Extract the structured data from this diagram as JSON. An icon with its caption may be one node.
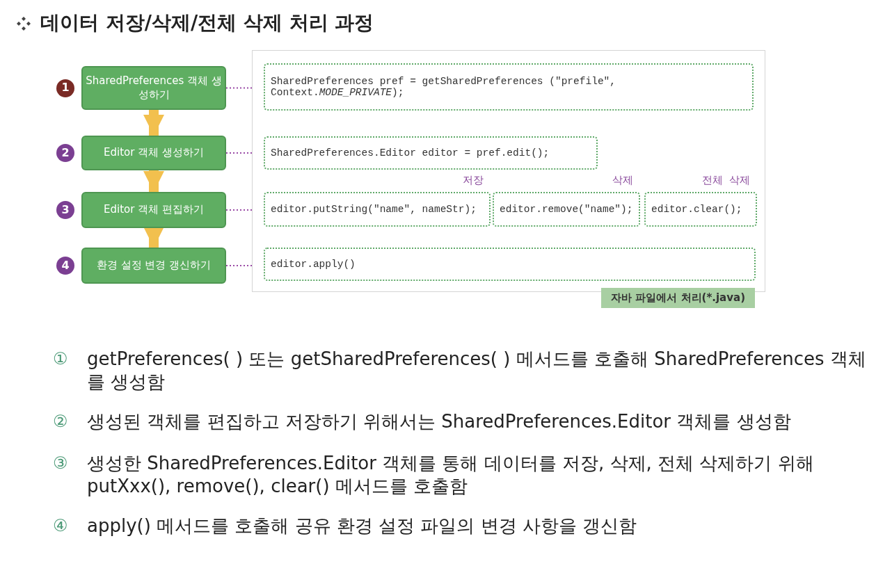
{
  "diagram": {
    "title": "데이터 저장/삭제/전체 삭제 처리 과정",
    "nodes": [
      {
        "text": [
          "SharedPreferences 객체 생성하기"
        ],
        "beside": [
          "1"
        ]
      },
      {
        "text": [
          "Editor 객체 생성하기"
        ],
        "beside": [
          "2"
        ]
      },
      {
        "text": [
          "Editor 객체 편집하기"
        ],
        "beside": [
          "3"
        ]
      },
      {
        "text": [
          "환경 설정 변경 갱신하기"
        ],
        "beside": [
          "4"
        ]
      },
      {
        "text": [
          "자바 파일에서 처리(*.java)"
        ]
      },
      {
        "text": [
          "SharedPreferences pref = getSharedPreferences (\"prefile\", Context.*MODE_PRIVATE*);"
        ],
        "in": 4
      },
      {
        "text": [
          "SharedPreferences.Editor editor = pref.edit();"
        ],
        "in": 4
      },
      {
        "text": [
          "저장",
          "editor.putString(\"name\", nameStr);"
        ],
        "in": 4
      },
      {
        "text": [
          "삭제",
          "editor.remove(\"name\");"
        ],
        "in": 4
      },
      {
        "text": [
          "전체 삭제",
          "editor.clear();"
        ],
        "in": 4
      },
      {
        "text": [
          "editor.apply()"
        ],
        "in": 4
      }
    ],
    "edges": [
      {
        "from": 0,
        "to": 1,
        "arrow": "to",
        "style": "thick",
        "color": "#f2c04e"
      },
      {
        "from": 1,
        "to": 2,
        "arrow": "to",
        "style": "thick",
        "color": "#f2c04e"
      },
      {
        "from": 2,
        "to": 3,
        "arrow": "to",
        "style": "thick",
        "color": "#f2c04e"
      },
      {
        "from": 0,
        "to": 5,
        "arrow": "to",
        "style": "dashed"
      },
      {
        "from": 1,
        "to": 6,
        "arrow": "to",
        "style": "dashed"
      },
      {
        "from": 2,
        "to": 7,
        "arrow": "to",
        "style": "dashed"
      },
      {
        "from": 3,
        "to": 10,
        "arrow": "to",
        "style": "dashed"
      }
    ],
    "labels": [
      "①",
      "getPreferences( ) 또는 getSharedPreferences( ) 메서드를 호출해 SharedPreferences 객체를 생성함",
      "②",
      "생성된 객체를 편집하고 저장하기 위해서는 SharedPreferences.Editor 객체를 생성함",
      "③",
      "생성한 SharedPreferences.Editor 객체를 통해 데이터를 저장, 삭제, 전체 삭제하기 위해 putXxx(), remove(), clear() 메서드를 호출함",
      "④",
      "apply() 메서드를 호출해 공유 환경 설정 파일의 변경 사항을 갱신함"
    ]
  }
}
